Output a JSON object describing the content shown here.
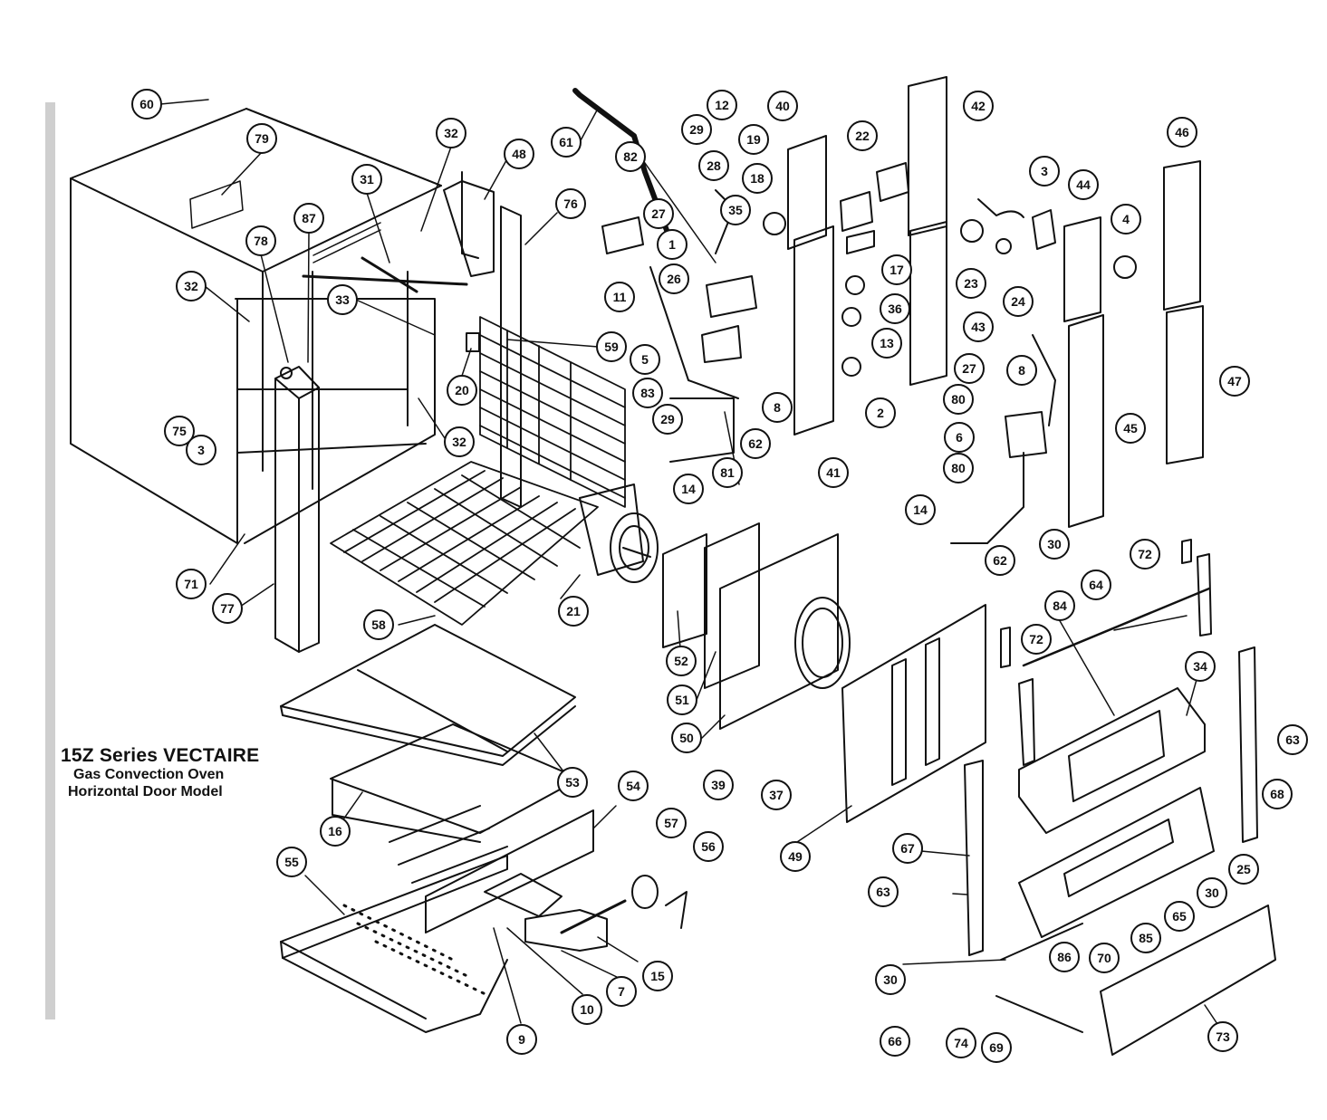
{
  "caption": {
    "series": "15Z Series VECTAIRE",
    "product": "Gas Convection Oven",
    "model": "Horizontal Door Model"
  },
  "colors": {
    "ink": "#111111",
    "sidebar": "#cfcfcf",
    "paper": "#ffffff"
  },
  "callouts": [
    {
      "id": "60",
      "label": "60"
    },
    {
      "id": "79",
      "label": "79"
    },
    {
      "id": "32a",
      "label": "32"
    },
    {
      "id": "48",
      "label": "48"
    },
    {
      "id": "31",
      "label": "31"
    },
    {
      "id": "87",
      "label": "87"
    },
    {
      "id": "78",
      "label": "78"
    },
    {
      "id": "32b",
      "label": "32"
    },
    {
      "id": "33",
      "label": "33"
    },
    {
      "id": "20",
      "label": "20"
    },
    {
      "id": "32c",
      "label": "32"
    },
    {
      "id": "75",
      "label": "75"
    },
    {
      "id": "3a",
      "label": "3"
    },
    {
      "id": "71",
      "label": "71"
    },
    {
      "id": "77",
      "label": "77"
    },
    {
      "id": "61",
      "label": "61"
    },
    {
      "id": "76",
      "label": "76"
    },
    {
      "id": "82",
      "label": "82"
    },
    {
      "id": "27a",
      "label": "27"
    },
    {
      "id": "29a",
      "label": "29"
    },
    {
      "id": "12",
      "label": "12"
    },
    {
      "id": "28",
      "label": "28"
    },
    {
      "id": "35",
      "label": "35"
    },
    {
      "id": "1",
      "label": "1"
    },
    {
      "id": "11",
      "label": "11"
    },
    {
      "id": "26",
      "label": "26"
    },
    {
      "id": "59",
      "label": "59"
    },
    {
      "id": "5",
      "label": "5"
    },
    {
      "id": "83",
      "label": "83"
    },
    {
      "id": "29b",
      "label": "29"
    },
    {
      "id": "8a",
      "label": "8"
    },
    {
      "id": "62a",
      "label": "62"
    },
    {
      "id": "81",
      "label": "81"
    },
    {
      "id": "14a",
      "label": "14"
    },
    {
      "id": "40",
      "label": "40"
    },
    {
      "id": "19",
      "label": "19"
    },
    {
      "id": "18",
      "label": "18"
    },
    {
      "id": "17",
      "label": "17"
    },
    {
      "id": "36",
      "label": "36"
    },
    {
      "id": "13",
      "label": "13"
    },
    {
      "id": "2",
      "label": "2"
    },
    {
      "id": "41",
      "label": "41"
    },
    {
      "id": "22",
      "label": "22"
    },
    {
      "id": "42",
      "label": "42"
    },
    {
      "id": "23",
      "label": "23"
    },
    {
      "id": "24",
      "label": "24"
    },
    {
      "id": "43",
      "label": "43"
    },
    {
      "id": "3b",
      "label": "3"
    },
    {
      "id": "44",
      "label": "44"
    },
    {
      "id": "4",
      "label": "4"
    },
    {
      "id": "46",
      "label": "46"
    },
    {
      "id": "47",
      "label": "47"
    },
    {
      "id": "27b",
      "label": "27"
    },
    {
      "id": "8b",
      "label": "8"
    },
    {
      "id": "80a",
      "label": "80"
    },
    {
      "id": "6",
      "label": "6"
    },
    {
      "id": "80b",
      "label": "80"
    },
    {
      "id": "45",
      "label": "45"
    },
    {
      "id": "14b",
      "label": "14"
    },
    {
      "id": "62b",
      "label": "62"
    },
    {
      "id": "30a",
      "label": "30"
    },
    {
      "id": "72a",
      "label": "72"
    },
    {
      "id": "64",
      "label": "64"
    },
    {
      "id": "84",
      "label": "84"
    },
    {
      "id": "72b",
      "label": "72"
    },
    {
      "id": "34",
      "label": "34"
    },
    {
      "id": "63a",
      "label": "63"
    },
    {
      "id": "68",
      "label": "68"
    },
    {
      "id": "21",
      "label": "21"
    },
    {
      "id": "58",
      "label": "58"
    },
    {
      "id": "52",
      "label": "52"
    },
    {
      "id": "51",
      "label": "51"
    },
    {
      "id": "50",
      "label": "50"
    },
    {
      "id": "39",
      "label": "39"
    },
    {
      "id": "37",
      "label": "37"
    },
    {
      "id": "49",
      "label": "49"
    },
    {
      "id": "67",
      "label": "67"
    },
    {
      "id": "25",
      "label": "25"
    },
    {
      "id": "30b",
      "label": "30"
    },
    {
      "id": "65",
      "label": "65"
    },
    {
      "id": "85",
      "label": "85"
    },
    {
      "id": "63b",
      "label": "63"
    },
    {
      "id": "30c",
      "label": "30"
    },
    {
      "id": "86",
      "label": "86"
    },
    {
      "id": "70",
      "label": "70"
    },
    {
      "id": "66",
      "label": "66"
    },
    {
      "id": "74",
      "label": "74"
    },
    {
      "id": "69",
      "label": "69"
    },
    {
      "id": "73",
      "label": "73"
    },
    {
      "id": "53",
      "label": "53"
    },
    {
      "id": "16",
      "label": "16"
    },
    {
      "id": "54",
      "label": "54"
    },
    {
      "id": "57",
      "label": "57"
    },
    {
      "id": "56",
      "label": "56"
    },
    {
      "id": "55",
      "label": "55"
    },
    {
      "id": "15",
      "label": "15"
    },
    {
      "id": "10",
      "label": "10"
    },
    {
      "id": "7",
      "label": "7"
    },
    {
      "id": "9",
      "label": "9"
    }
  ]
}
